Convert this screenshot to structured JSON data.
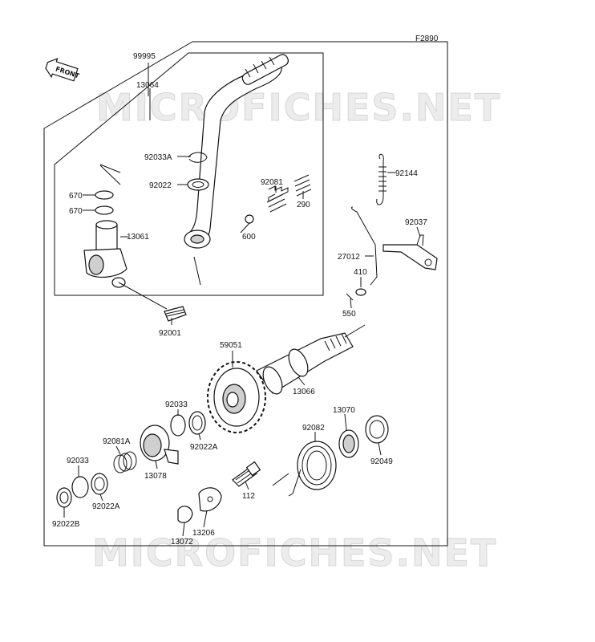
{
  "figure_code": "F2890",
  "front_label": "FRONT",
  "watermark": "MICROFICHES.NET",
  "parts": {
    "p99995": "99995",
    "p13064": "13064",
    "p92033a": "92033A",
    "p92022_top": "92022",
    "p670_a": "670",
    "p670_b": "670",
    "p13061": "13061",
    "p92081": "92081",
    "p290": "290",
    "p600": "600",
    "p92001": "92001",
    "p92144": "92144",
    "p92037": "92037",
    "p27012": "27012",
    "p410": "410",
    "p550": "550",
    "p59051": "59051",
    "p13066": "13066",
    "p92033_mid": "92033",
    "p92022a_mid": "92022A",
    "p92081a": "92081A",
    "p13078": "13078",
    "p92033_low": "92033",
    "p92022a_low": "92022A",
    "p92022b": "92022B",
    "p92082": "92082",
    "p13070": "13070",
    "p92049": "92049",
    "p112": "112",
    "p13206": "13206",
    "p13072": "13072"
  }
}
